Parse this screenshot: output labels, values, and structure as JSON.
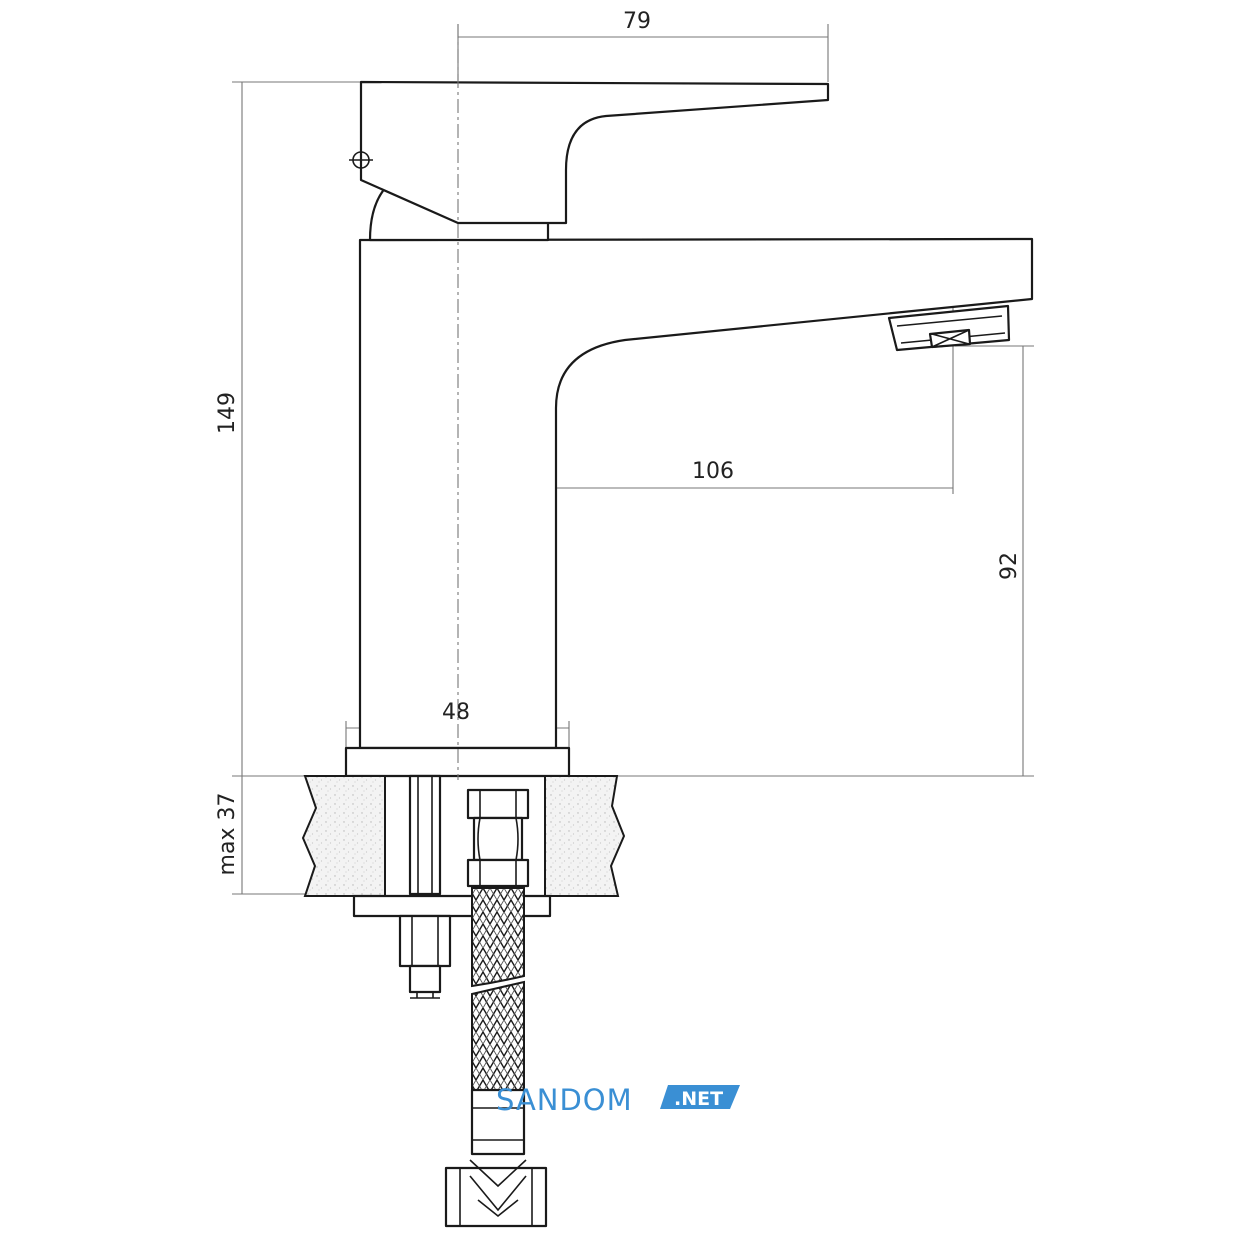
{
  "dimensions": {
    "lever_reach": "79",
    "total_height": "149",
    "spout_reach": "106",
    "spout_height": "92",
    "base_diameter": "48",
    "max_counter_thickness": "max 37"
  },
  "watermark": {
    "brand": "SANDOM",
    "domain_tag": ".NET",
    "brand_color": "#3a8fd4"
  }
}
